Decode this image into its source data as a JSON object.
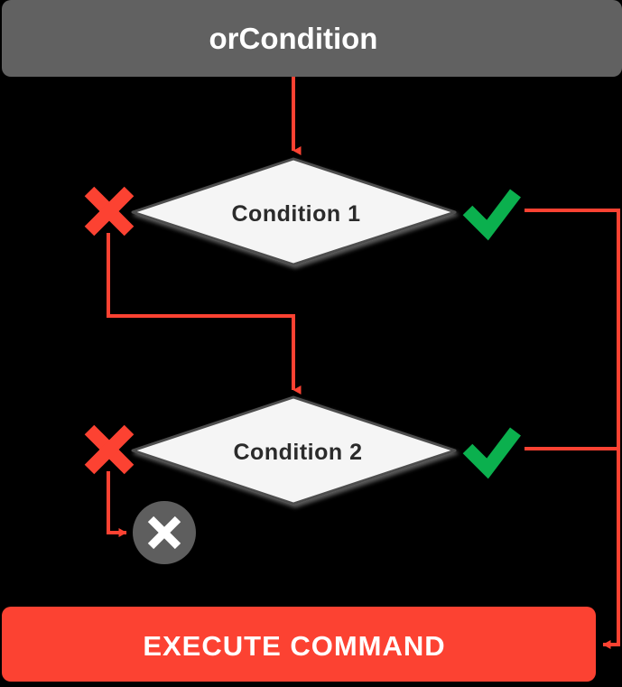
{
  "diagram": {
    "type": "flowchart",
    "title": "orCondition",
    "background_color": "#000000",
    "header": {
      "label": "orCondition",
      "fill": "#616161",
      "text_color": "#ffffff"
    },
    "nodes": [
      {
        "id": "condition-1",
        "label": "Condition 1",
        "shape": "diamond",
        "fill": "#f5f5f5",
        "stroke": "#4d4d4d",
        "text_color": "#2b2b2b"
      },
      {
        "id": "condition-2",
        "label": "Condition 2",
        "shape": "diamond",
        "fill": "#f5f5f5",
        "stroke": "#4d4d4d",
        "text_color": "#2b2b2b"
      },
      {
        "id": "terminate",
        "label": "",
        "shape": "circle",
        "fill": "#5e5e5e",
        "glyph": "x-glyph",
        "glyph_color": "#ffffff"
      },
      {
        "id": "execute-command",
        "label": "EXECUTE COMMAND",
        "shape": "rounded-rect",
        "fill": "#fc4232",
        "text_color": "#ffffff"
      }
    ],
    "markers": {
      "false_label": "✕",
      "false_color": "#fc4232",
      "true_label": "✓",
      "true_color": "#0bb04e"
    },
    "edges": [
      {
        "from": "orCondition",
        "to": "Condition 1",
        "branch": "",
        "color": "#fc4232"
      },
      {
        "from": "Condition 1",
        "to": "Condition 2",
        "branch": "false",
        "color": "#fc4232"
      },
      {
        "from": "Condition 1",
        "to": "EXECUTE COMMAND",
        "branch": "true",
        "color": "#fc4232"
      },
      {
        "from": "Condition 2",
        "to": "terminate",
        "branch": "false",
        "color": "#fc4232"
      },
      {
        "from": "Condition 2",
        "to": "EXECUTE COMMAND",
        "branch": "true",
        "color": "#fc4232"
      }
    ]
  },
  "button": {
    "label": "EXECUTE COMMAND"
  }
}
